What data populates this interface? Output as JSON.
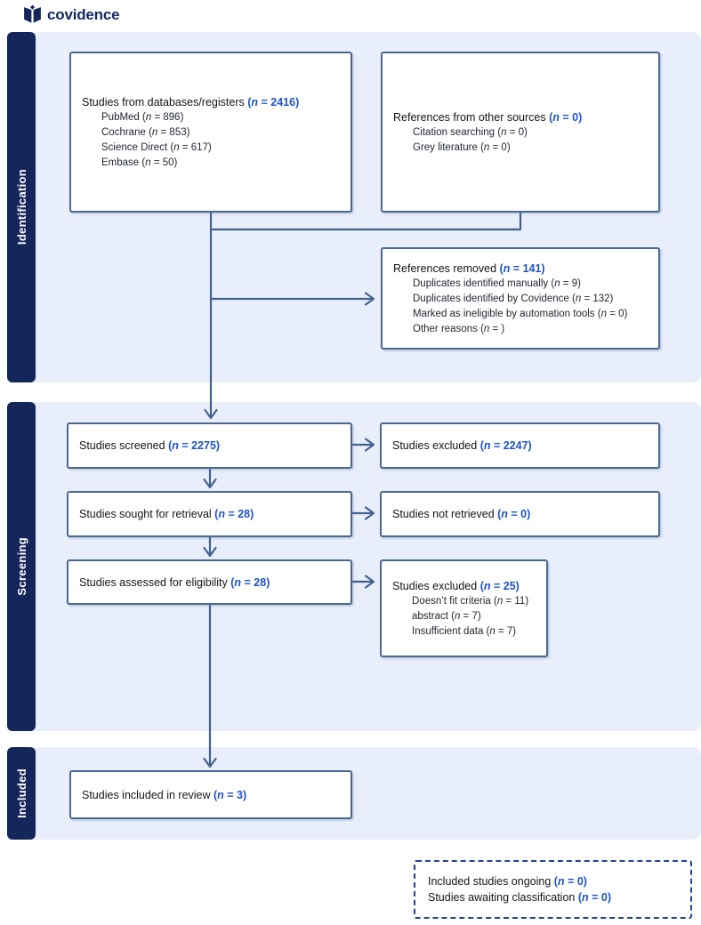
{
  "logo": {
    "text": "covidence",
    "icon": "covidence-book-mark"
  },
  "colors": {
    "navy": "#15265b",
    "panel_blue": "#e9effa",
    "box_border": "#4a6890",
    "connector": "#44618e",
    "n_accent_blue": "#1d53c4",
    "dashed_border": "#20419a"
  },
  "sections": {
    "identification": {
      "label": "Identification"
    },
    "screening": {
      "label": "Screening"
    },
    "included": {
      "label": "Included"
    }
  },
  "boxes": {
    "databases": {
      "title": {
        "label": "Studies from databases/registers",
        "n": "2416"
      },
      "items": [
        {
          "label": "PubMed",
          "n": "896"
        },
        {
          "label": "Cochrane",
          "n": "853"
        },
        {
          "label": "Science Direct",
          "n": "617"
        },
        {
          "label": "Embase",
          "n": "50"
        }
      ]
    },
    "other_sources": {
      "title": {
        "label": "References from other sources",
        "n": "0"
      },
      "items": [
        {
          "label": "Citation searching",
          "n": "0"
        },
        {
          "label": "Grey literature",
          "n": "0"
        }
      ]
    },
    "references_removed": {
      "title": {
        "label": "References removed",
        "n": "141"
      },
      "items": [
        {
          "label": "Duplicates identified manually",
          "n": "9"
        },
        {
          "label": "Duplicates identified by Covidence",
          "n": "132"
        },
        {
          "label": "Marked as ineligible by automation tools",
          "n": "0"
        },
        {
          "label": "Other reasons",
          "n": ""
        }
      ]
    },
    "screened": {
      "title": {
        "label": "Studies screened",
        "n": "2275"
      }
    },
    "excluded_screen": {
      "title": {
        "label": "Studies excluded",
        "n": "2247"
      }
    },
    "sought": {
      "title": {
        "label": "Studies sought for retrieval",
        "n": "28"
      }
    },
    "not_retrieved": {
      "title": {
        "label": "Studies not retrieved",
        "n": "0"
      }
    },
    "assessed": {
      "title": {
        "label": "Studies assessed for eligibility",
        "n": "28"
      }
    },
    "excluded_eligibility": {
      "title": {
        "label": "Studies excluded",
        "n": "25"
      },
      "items": [
        {
          "label": "Doesn’t fit criteria",
          "n": "11"
        },
        {
          "label": "abstract",
          "n": "7"
        },
        {
          "label": "Insufficient data",
          "n": "7"
        }
      ]
    },
    "included_review": {
      "title": {
        "label": "Studies included in review",
        "n": "3"
      }
    },
    "ongoing": {
      "lines": [
        {
          "label": "Included studies ongoing",
          "n": "0"
        },
        {
          "label": "Studies awaiting classification",
          "n": "0"
        }
      ]
    }
  }
}
